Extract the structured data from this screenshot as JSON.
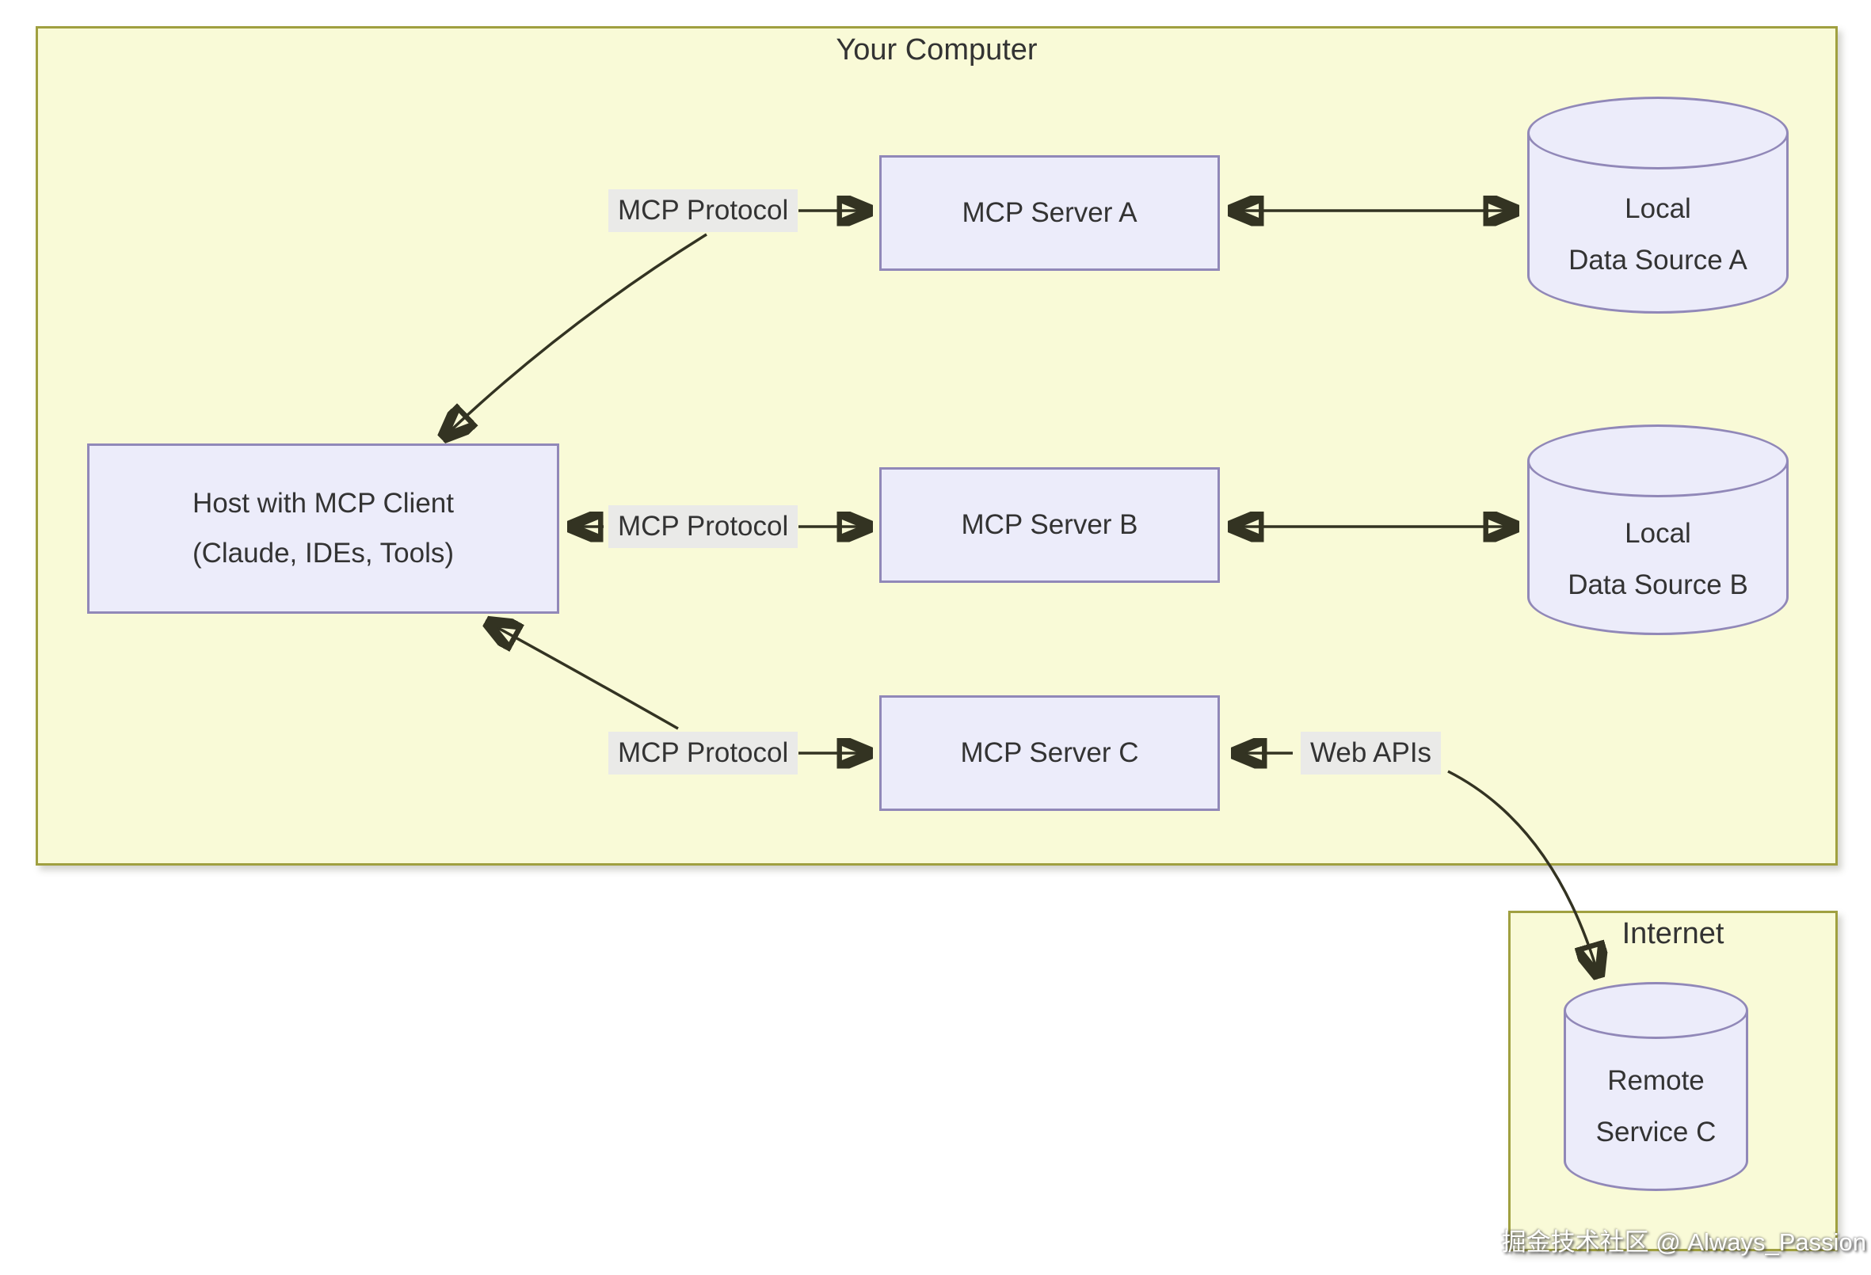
{
  "diagram": {
    "your_computer": {
      "title": "Your Computer"
    },
    "internet": {
      "title": "Internet"
    },
    "nodes": {
      "host": {
        "line1": "Host with MCP Client",
        "line2": "(Claude, IDEs, Tools)"
      },
      "server_a": {
        "label": "MCP Server A"
      },
      "server_b": {
        "label": "MCP Server B"
      },
      "server_c": {
        "label": "MCP Server C"
      },
      "data_a": {
        "line1": "Local",
        "line2": "Data Source A"
      },
      "data_b": {
        "line1": "Local",
        "line2": "Data Source B"
      },
      "remote_c": {
        "line1": "Remote",
        "line2": "Service C"
      }
    },
    "edge_labels": {
      "protocol_a": "MCP Protocol",
      "protocol_b": "MCP Protocol",
      "protocol_c": "MCP Protocol",
      "web_apis": "Web APIs"
    },
    "colors": {
      "container_fill": "#f9fad7",
      "container_border": "#a0a040",
      "node_fill": "#ececfa",
      "node_border": "#9188b8",
      "arrow": "#333322",
      "edge_label_bg": "#e9e9e9",
      "text": "#333333"
    },
    "watermark": "掘金技术社区 @ Always_Passion"
  }
}
